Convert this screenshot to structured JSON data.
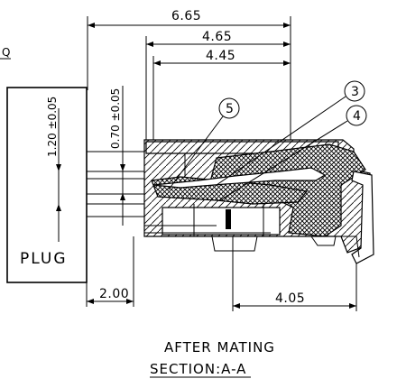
{
  "dimensions": {
    "overall_width": "6.65",
    "inner_width": "4.65",
    "contact_width": "4.45",
    "plug_height": "1.20 ±0.05",
    "gap_height": "0.70 ±0.05",
    "plug_offset": "2.00",
    "bottom_length": "4.05"
  },
  "callouts": [
    "3",
    "4",
    "5"
  ],
  "labels": {
    "plug": "PLUG",
    "edge_mark": "Q"
  },
  "caption": {
    "line1": "AFTER MATING",
    "line2": "SECTION:A-A"
  },
  "colors": {
    "line": "#000000",
    "background": "#ffffff"
  }
}
